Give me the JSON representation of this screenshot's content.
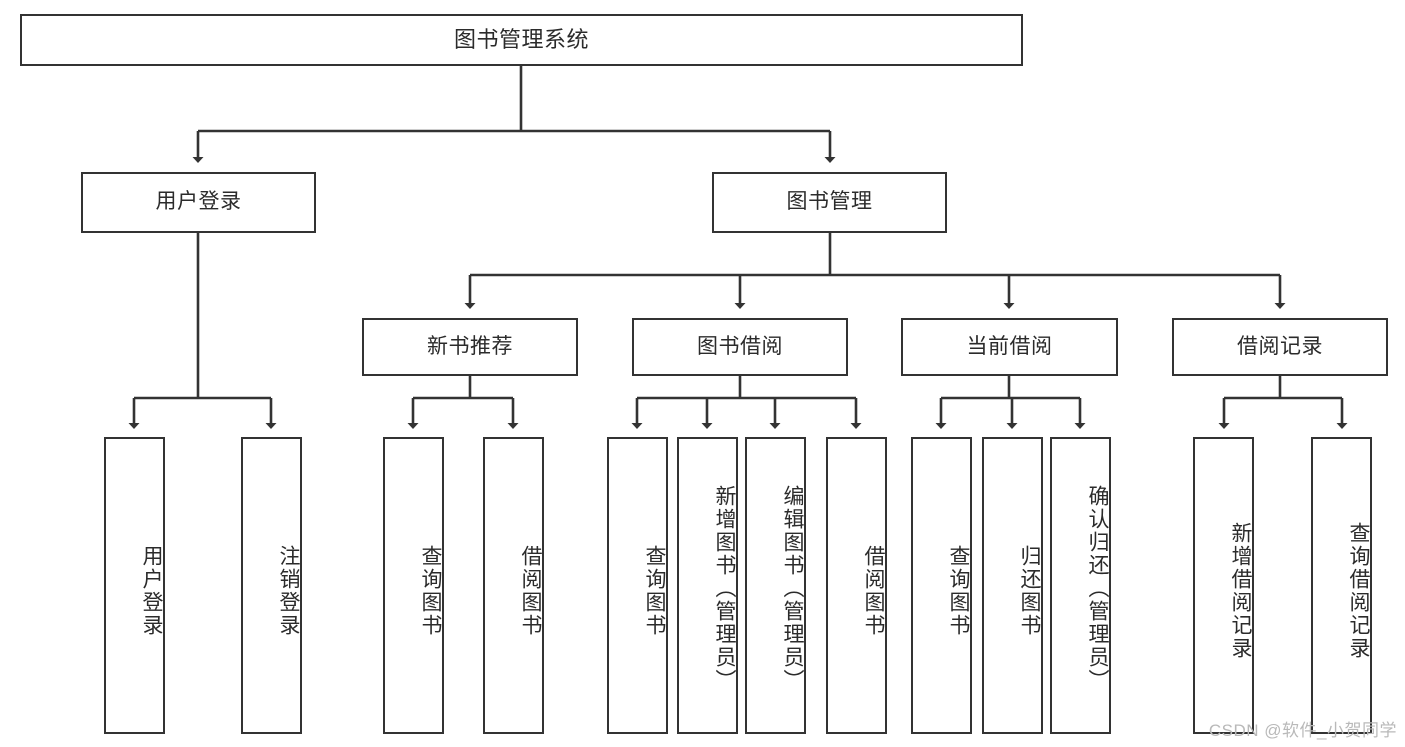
{
  "diagram": {
    "type": "tree",
    "title": "图书管理系统",
    "root": {
      "label": "图书管理系统"
    },
    "level2": [
      {
        "label": "用户登录"
      },
      {
        "label": "图书管理"
      }
    ],
    "level3": [
      {
        "label": "新书推荐"
      },
      {
        "label": "图书借阅"
      },
      {
        "label": "当前借阅"
      },
      {
        "label": "借阅记录"
      }
    ],
    "leaves": {
      "user_login": [
        {
          "label": "用户登录"
        },
        {
          "label": "注销登录"
        }
      ],
      "new_book_recommend": [
        {
          "label": "查询图书"
        },
        {
          "label": "借阅图书"
        }
      ],
      "book_borrow": [
        {
          "label": "查询图书"
        },
        {
          "label": "新增图书（管理员）"
        },
        {
          "label": "编辑图书（管理员）"
        },
        {
          "label": "借阅图书"
        }
      ],
      "current_borrow": [
        {
          "label": "查询图书"
        },
        {
          "label": "归还图书"
        },
        {
          "label": "确认归还（管理员）"
        }
      ],
      "borrow_record": [
        {
          "label": "新增借阅记录"
        },
        {
          "label": "查询借阅记录"
        }
      ]
    }
  },
  "watermark": {
    "text": "CSDN @软件_小贺同学"
  },
  "colors": {
    "box_border": "#333333",
    "box_fill": "#ffffff",
    "text": "#2b2b2b",
    "edge": "#333333",
    "watermark": "#b9b9b9"
  }
}
